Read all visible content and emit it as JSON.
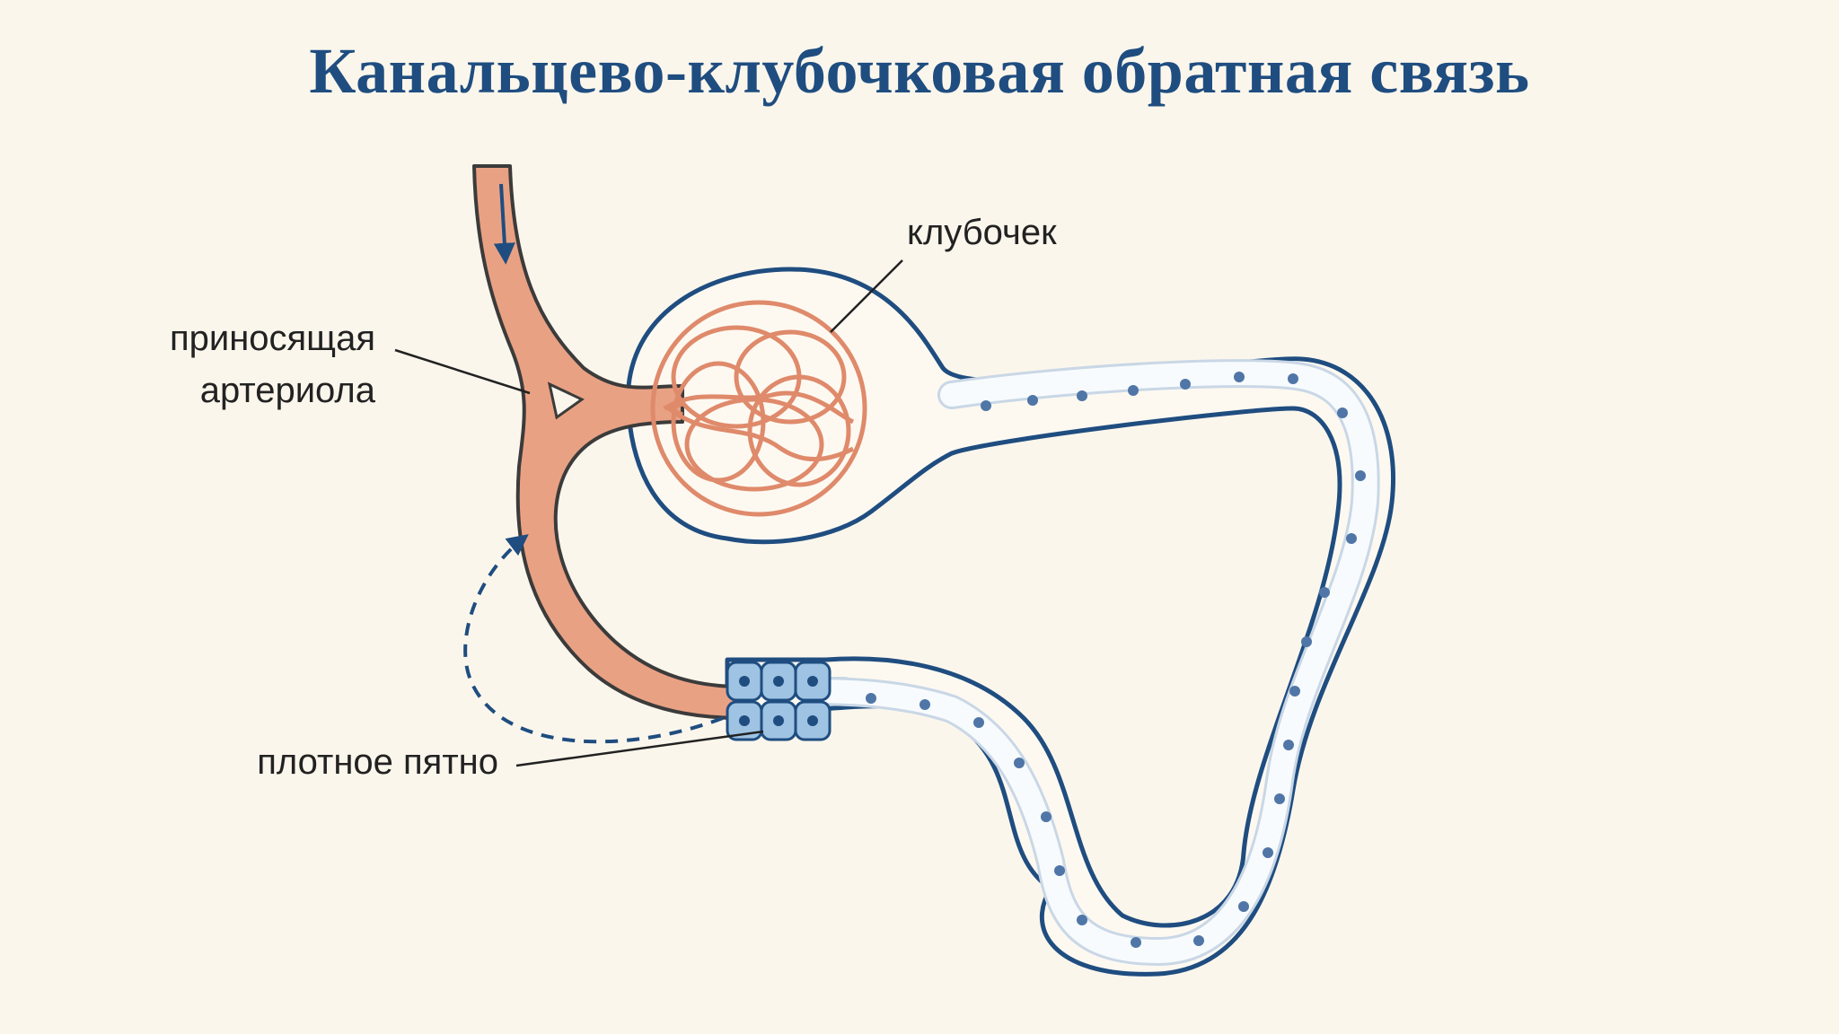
{
  "title": "Канальцево-клубочковая обратная связь",
  "labels": {
    "glomerulus": "клубочек",
    "afferent_line1": "приносящая",
    "afferent_line2": "артериола",
    "macula_densa": "плотное пятно"
  },
  "colors": {
    "background": "#fbf6ec",
    "title": "#1f4d80",
    "outline": "#1f4d80",
    "arteriole": "#e9a184",
    "capillary": "#df8a6b",
    "capsule_fill": "#fdf9f1",
    "tubule_cell": "#f8fbfd",
    "nucleus": "#4f76a6",
    "macula_cell": "#9fc3e3",
    "label_text": "#222222"
  }
}
